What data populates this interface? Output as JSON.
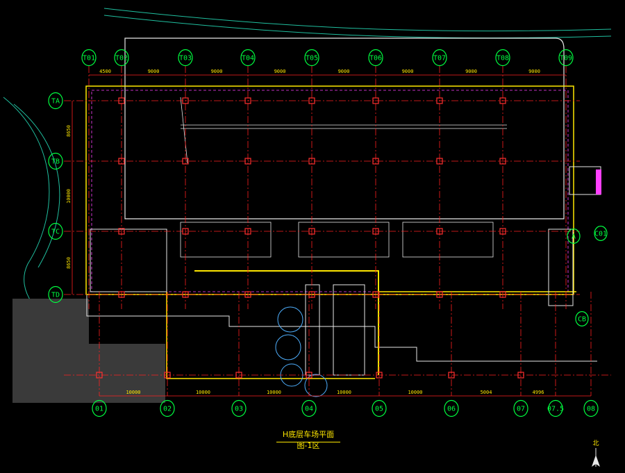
{
  "drawing": {
    "title": "H底层车场平面图-1区",
    "north_label": "北"
  },
  "top_axes": [
    {
      "label": "T01"
    },
    {
      "label": "T02"
    },
    {
      "label": "T03"
    },
    {
      "label": "T04"
    },
    {
      "label": "T05"
    },
    {
      "label": "T06"
    },
    {
      "label": "T07"
    },
    {
      "label": "T08"
    },
    {
      "label": "T09"
    }
  ],
  "top_dims": [
    "4500",
    "9000",
    "9000",
    "9000",
    "9000",
    "9000",
    "9000",
    "9000"
  ],
  "left_axes": [
    {
      "label": "TA"
    },
    {
      "label": "TB"
    },
    {
      "label": "TC"
    },
    {
      "label": "TD"
    }
  ],
  "left_dims": [
    "8650",
    "10000",
    "8650"
  ],
  "bottom_axes": [
    {
      "label": "01"
    },
    {
      "label": "02"
    },
    {
      "label": "03"
    },
    {
      "label": "04"
    },
    {
      "label": "05"
    },
    {
      "label": "06"
    },
    {
      "label": "07"
    },
    {
      "label": "07.5"
    },
    {
      "label": "08"
    }
  ],
  "bottom_dims": [
    "10000",
    "10000",
    "10000",
    "10000",
    "10000",
    "5004",
    "4996"
  ],
  "right_axes": [
    {
      "label": "C01"
    },
    {
      "label": "A"
    },
    {
      "label": "CB"
    }
  ],
  "colors": {
    "axis_bubble": "#00ff40",
    "grid_line": "#ff2020",
    "wall": "#ffe800",
    "outline": "#e8e8e8",
    "pipe": "#ff40ff",
    "column": "#ff3030",
    "landscape": "#20c0a0",
    "dim_text": "#ffe800"
  }
}
